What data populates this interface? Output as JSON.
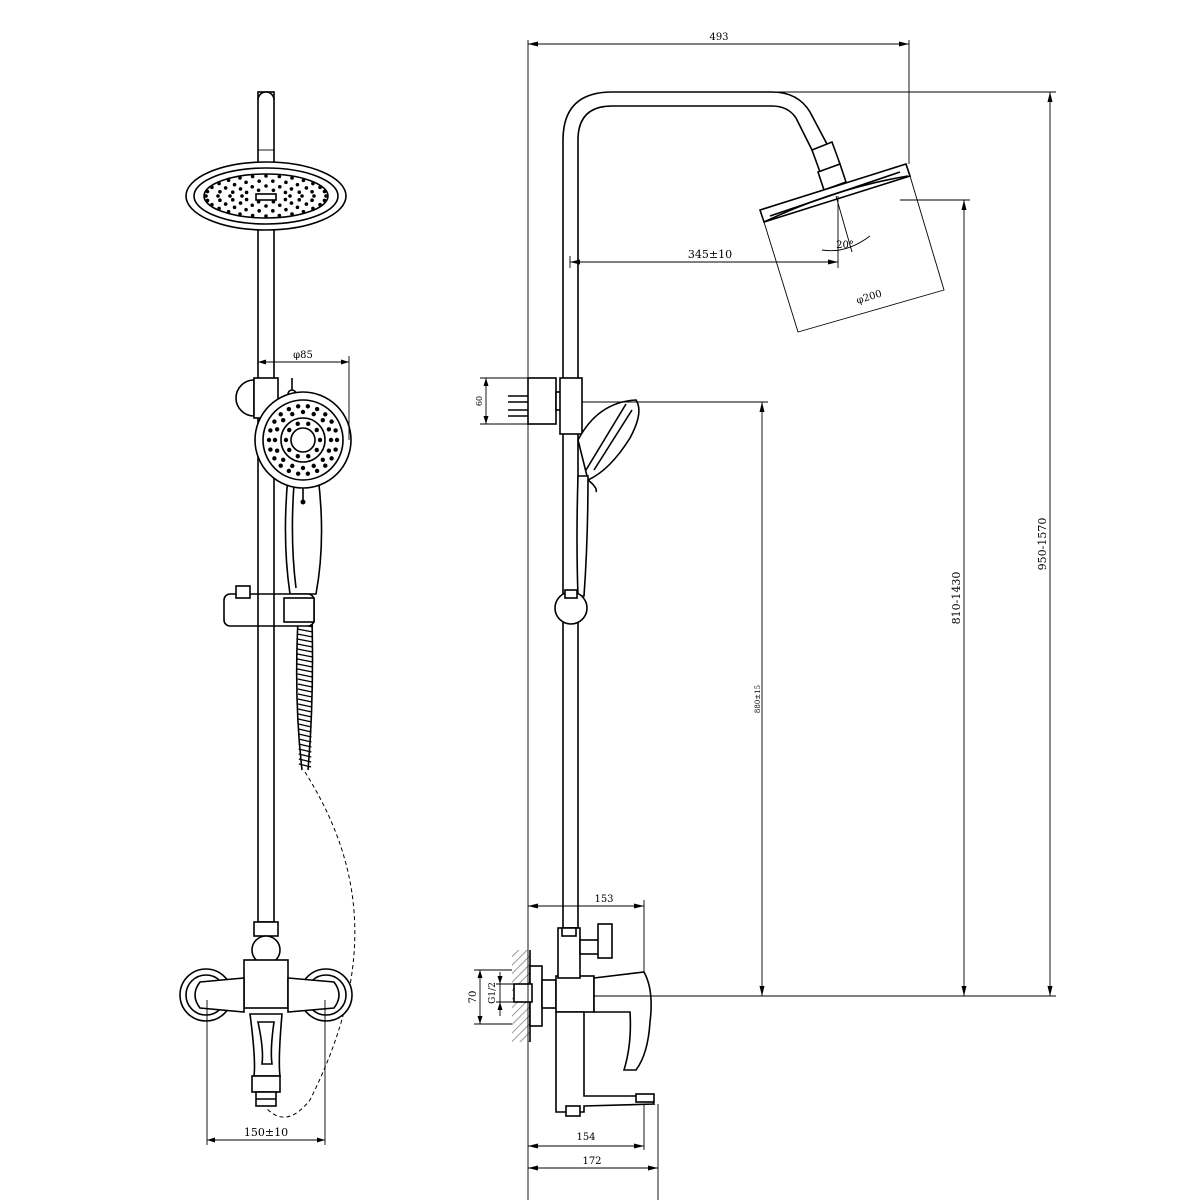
{
  "dimensions": {
    "front_width": "150±10",
    "handshower_dia": "φ85",
    "total_reach": "493",
    "arm_reach": "345±10",
    "head_angle": "20°",
    "head_dia": "φ200",
    "total_height": "950-1570",
    "head_height": "810-1430",
    "holder_height": "880±15",
    "bracket_size": "60",
    "mixer_depth": "153",
    "inlet_height": "70",
    "inlet_thread": "G1/2",
    "spout_154": "154",
    "spout_172": "172"
  },
  "colors": {
    "line": "#000000",
    "background": "#ffffff",
    "wall_hatch": "#9a9a9a"
  }
}
